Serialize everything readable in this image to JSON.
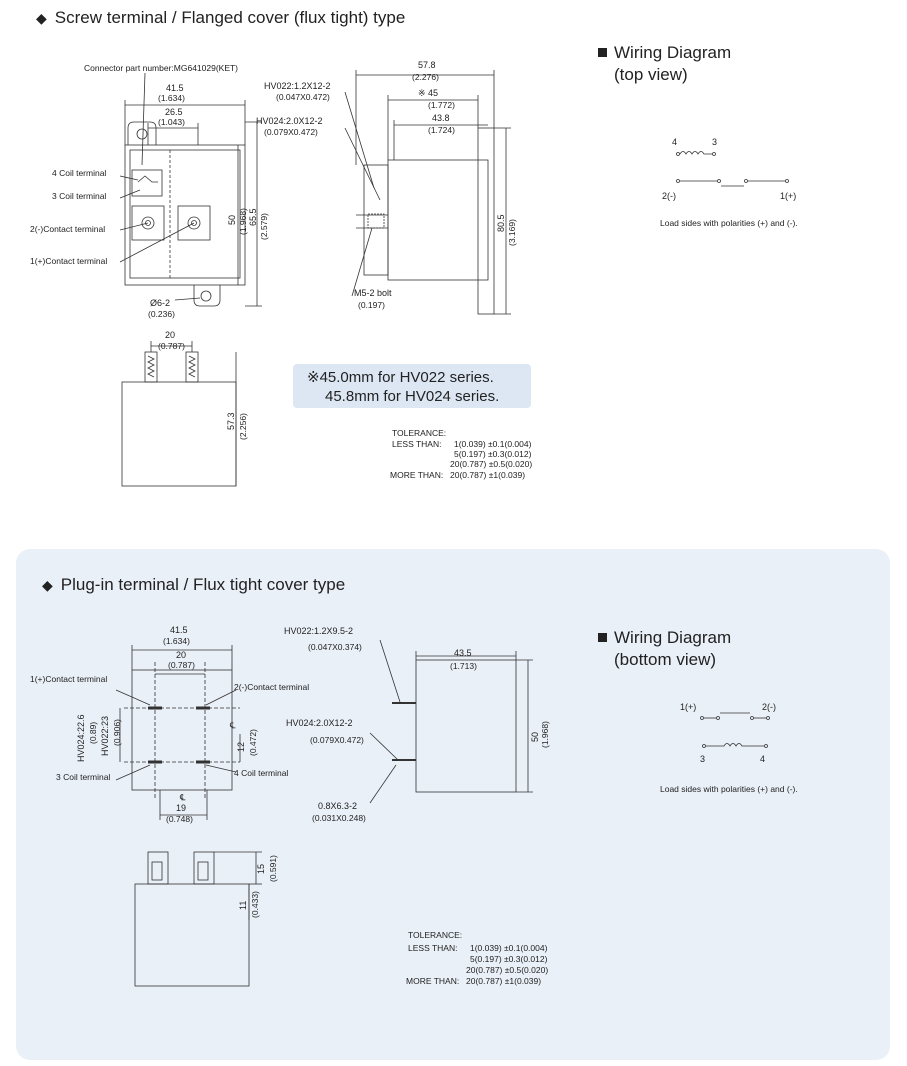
{
  "top_section": {
    "heading": "Screw terminal / Flanged  cover (flux tight) type",
    "connector_note": "Connector part number:MG641029(KET)",
    "front": {
      "w_outer": "41.5",
      "w_outer_in": "(1.634)",
      "w_inner": "26.5",
      "w_inner_in": "(1.043)",
      "h1": "50",
      "h1_in": "(1.968)",
      "h2": "65.5",
      "h2_in": "(2.579)",
      "hole": "Ø6-2",
      "hole_in": "(0.236)",
      "label_4coil": "4 Coil terminal",
      "label_3coil": "3 Coil terminal",
      "label_2contact": "2(-)Contact terminal",
      "label_1contact": "1(+)Contact terminal"
    },
    "side": {
      "d1": "57.8",
      "d1_in": "(2.276)",
      "d2": "※ 45",
      "d2_in": "(1.772)",
      "d3": "43.8",
      "d3_in": "(1.724)",
      "hv022": "HV022:1.2X12-2",
      "hv022_in": "(0.047X0.472)",
      "hv024": "HV024:2.0X12-2",
      "hv024_in": "(0.079X0.472)",
      "h": "80.5",
      "h_in": "(3.169)",
      "bolt": "M5-2 bolt",
      "bolt_in": "(0.197)"
    },
    "bottom_view": {
      "w": "20",
      "w_in": "(0.787)",
      "h": "57.3",
      "h_in": "(2.256)"
    },
    "note_line1": "※45.0mm for HV022 series.",
    "note_line2": "45.8mm for HV024 series.",
    "tolerance": {
      "title": "TOLERANCE:",
      "less_than": "LESS THAN:",
      "r1": "1(0.039) ±0.1(0.004)",
      "r2": "5(0.197) ±0.3(0.012)",
      "r3": "20(0.787) ±0.5(0.020)",
      "more_than": "MORE THAN:",
      "r4": "20(0.787) ±1(0.039)"
    },
    "wiring": {
      "title_line1": "Wiring Diagram",
      "title_line2": "(top view)",
      "t4": "4",
      "t3": "3",
      "t2": "2(-)",
      "t1": "1(+)",
      "caption": "Load sides with polarities (+) and (-)."
    }
  },
  "bottom_section": {
    "heading": "Plug-in terminal / Flux tight cover type",
    "front": {
      "w_outer": "41.5",
      "w_outer_in": "(1.634)",
      "w_inner": "20",
      "w_inner_in": "(0.787)",
      "label_1contact": "1(+)Contact terminal",
      "label_2contact": "2(-)Contact terminal",
      "label_3coil": "3 Coil terminal",
      "label_4coil": "4 Coil terminal",
      "hv024v": "HV024:22.6",
      "hv024v_in": "(0.89)",
      "hv022v": "HV022:23",
      "hv022v_in": "(0.906)",
      "v12": "12",
      "v12_in": "(0.472)",
      "cl1": "℄",
      "cl2": "℄",
      "w19": "19",
      "w19_in": "(0.748)"
    },
    "side": {
      "hv022": "HV022:1.2X9.5-2",
      "hv022_in": "(0.047X0.374)",
      "hv024": "HV024:2.0X12-2",
      "hv024_in": "(0.079X0.472)",
      "w": "43.5",
      "w_in": "(1.713)",
      "h": "50",
      "h_in": "(1.968)",
      "tab": "0.8X6.3-2",
      "tab_in": "(0.031X0.248)"
    },
    "bottom_view": {
      "v15": "15",
      "v15_in": "(0.591)",
      "v11": "11",
      "v11_in": "(0.433)"
    },
    "tolerance": {
      "title": "TOLERANCE:",
      "less_than": "LESS THAN:",
      "r1": "1(0.039) ±0.1(0.004)",
      "r2": "5(0.197) ±0.3(0.012)",
      "r3": "20(0.787) ±0.5(0.020)",
      "more_than": "MORE THAN:",
      "r4": "20(0.787) ±1(0.039)"
    },
    "wiring": {
      "title_line1": "Wiring Diagram",
      "title_line2": "(bottom view)",
      "t1": "1(+)",
      "t2": "2(-)",
      "t3": "3",
      "t4": "4",
      "caption": "Load sides with polarities (+) and (-)."
    }
  }
}
